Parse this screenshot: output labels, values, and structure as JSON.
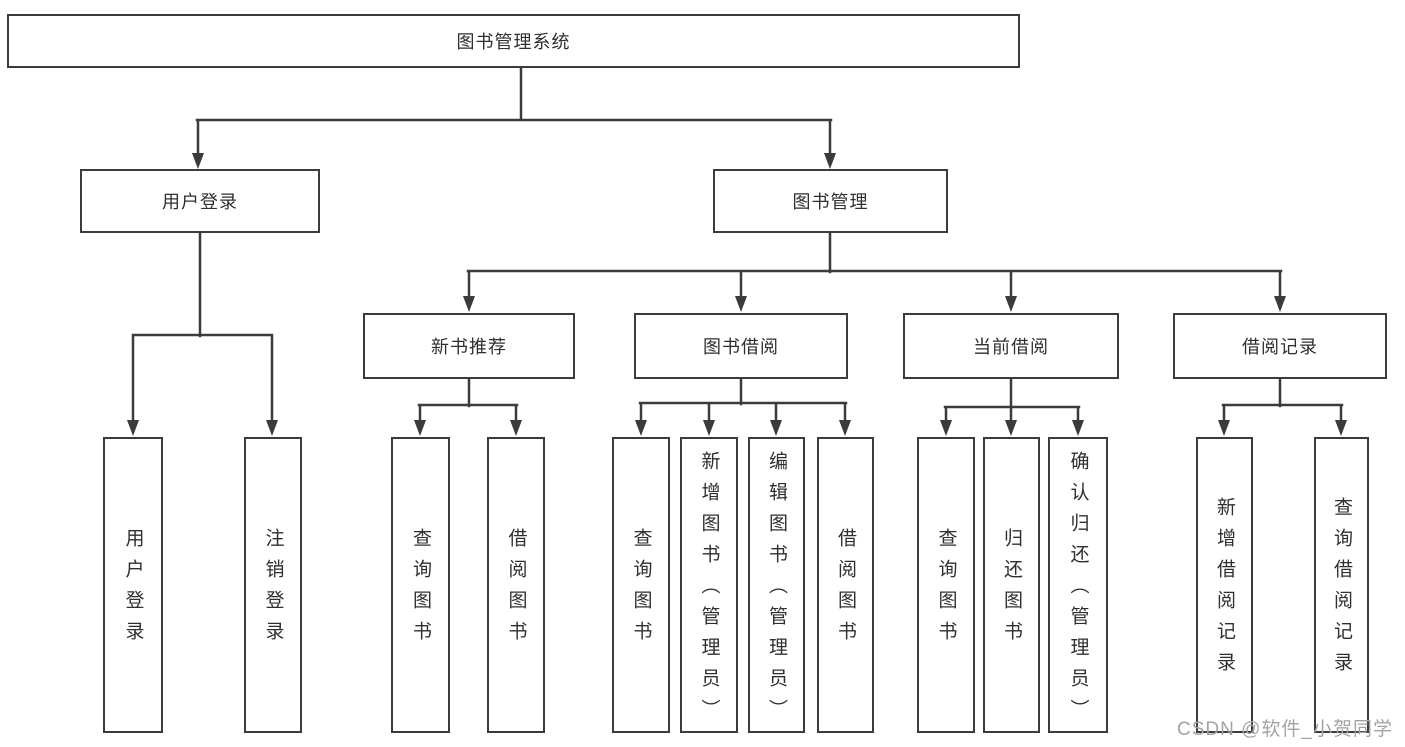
{
  "tree": {
    "root": {
      "label": "图书管理系统"
    },
    "branches": [
      {
        "label": "用户登录",
        "children": [
          {
            "label": "用户登录"
          },
          {
            "label": "注销登录"
          }
        ]
      },
      {
        "label": "图书管理",
        "children": [
          {
            "label": "新书推荐",
            "children": [
              {
                "label": "查询图书"
              },
              {
                "label": "借阅图书"
              }
            ]
          },
          {
            "label": "图书借阅",
            "children": [
              {
                "label": "查询图书"
              },
              {
                "label": "新增图书（管理员）"
              },
              {
                "label": "编辑图书（管理员）"
              },
              {
                "label": "借阅图书"
              }
            ]
          },
          {
            "label": "当前借阅",
            "children": [
              {
                "label": "查询图书"
              },
              {
                "label": "归还图书"
              },
              {
                "label": "确认归还（管理员）"
              }
            ]
          },
          {
            "label": "借阅记录",
            "children": [
              {
                "label": "新增借阅记录"
              },
              {
                "label": "查询借阅记录"
              }
            ]
          }
        ]
      }
    ]
  },
  "colors": {
    "line": "#3b3b3b",
    "text": "#2f2f2f",
    "watermark": "#a3a3a3",
    "background": "#ffffff"
  },
  "watermark": "CSDN @软件_小贺同学"
}
